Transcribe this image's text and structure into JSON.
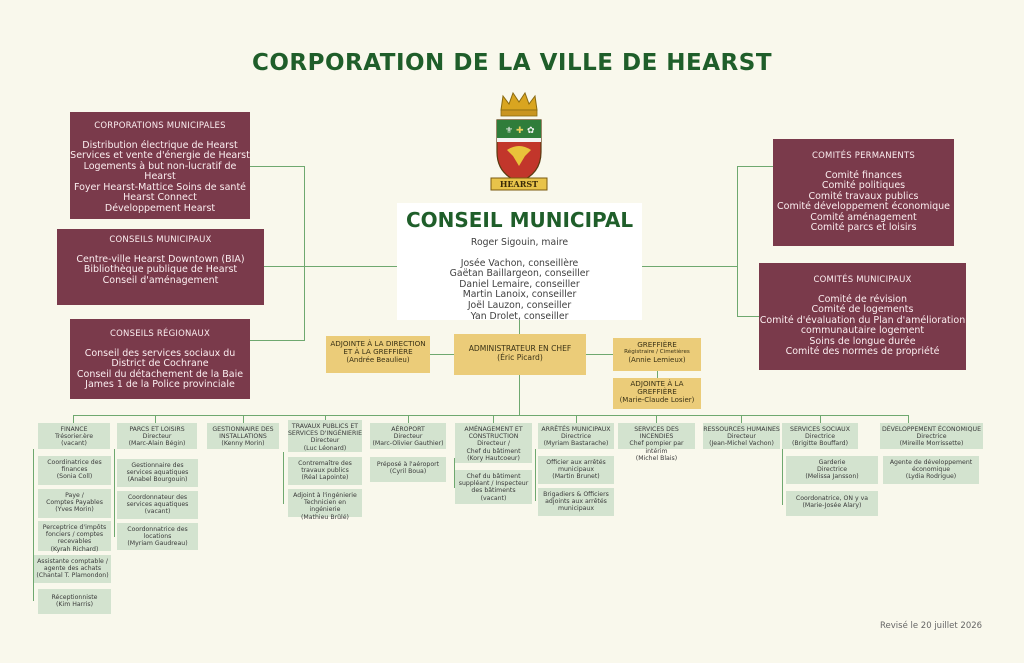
{
  "title": "CORPORATION DE LA VILLE DE HEARST",
  "logo_text": "HEARST",
  "council": {
    "title": "CONSEIL MUNICIPAL",
    "mayor": "Roger Sigouin, maire",
    "members": [
      "Josée Vachon, conseillère",
      "Gaëtan Baillargeon, conseiller",
      "Daniel Lemaire, conseiller",
      "Martin Lanoix, conseiller",
      "Joël Lauzon, conseiller",
      "Yan Drolet, conseiller"
    ]
  },
  "corporations": {
    "title": "CORPORATIONS MUNICIPALES",
    "items": [
      "Distribution électrique de Hearst",
      "Services et vente d'énergie de Hearst",
      "Logements à but non-lucratif de Hearst",
      "Foyer Hearst-Mattice Soins de santé",
      "Hearst Connect",
      "Développement Hearst"
    ]
  },
  "conseils_municipaux": {
    "title": "CONSEILS MUNICIPAUX",
    "items": [
      "Centre-ville Hearst Downtown (BIA)",
      "Bibliothèque publique de Hearst",
      "Conseil d'aménagement"
    ]
  },
  "conseils_regionaux": {
    "title": "CONSEILS RÉGIONAUX",
    "items": [
      "Conseil des services sociaux du",
      "District de Cochrane",
      "Conseil du détachement de la Baie",
      "James 1 de la Police provinciale"
    ]
  },
  "comites_permanents": {
    "title": "COMITÉS PERMANENTS",
    "items": [
      "Comité finances",
      "Comité politiques",
      "Comité travaux publics",
      "Comité développement économique",
      "Comité aménagement",
      "Comité parcs et loisirs"
    ]
  },
  "comites_municipaux": {
    "title": "COMITÉS MUNICIPAUX",
    "items": [
      "Comité de révision",
      "Comité de logements",
      "Comité d'évaluation du Plan d'amélioration",
      "communautaire logement",
      "Soins de longue durée",
      "Comité des normes de propriété"
    ]
  },
  "adjointe_direction": {
    "title": "ADJOINTE À LA DIRECTION ET À LA GREFFIÈRE",
    "name": "(Andrée Beaulieu)"
  },
  "administrateur": {
    "title": "ADMINISTRATEUR EN CHEF",
    "name": "(Éric Picard)"
  },
  "greffiere": {
    "title": "GREFFIÈRE",
    "subtitle": "Régistraire / Cimetières",
    "name": "(Annie Lemieux)"
  },
  "adjointe_greffiere": {
    "title": "ADJOINTE À LA GREFFIÈRE",
    "name": "(Marie-Claude Losier)"
  },
  "departments": [
    {
      "lines": [
        "FINANCE",
        "Trésorier.ère",
        "(vacant)"
      ],
      "subs": [
        [
          "Coordinatrice des",
          "finances",
          "(Sonia Coll)"
        ],
        [
          "Paye /",
          "Comptes Payables",
          "(Yves Morin)"
        ],
        [
          "Perceptrice d'impôts",
          "fonciers / comptes",
          "recevables",
          "(Kyrah Richard)"
        ],
        [
          "Assistante comptable /",
          "agente des achats",
          "(Chantal T. Plamondon)"
        ],
        [
          "Réceptionniste",
          "(Kim Harris)"
        ]
      ]
    },
    {
      "lines": [
        "PARCS ET LOISIRS",
        "Directeur",
        "(Marc-Alain Bégin)"
      ],
      "subs": [
        [
          "Gestionnaire des",
          "services aquatiques",
          "(Anabel Bourgouin)"
        ],
        [
          "Coordonnateur des",
          "services aquatiques",
          "(vacant)"
        ],
        [
          "Coordonnatrice des",
          "locations",
          "(Myriam Gaudreau)"
        ]
      ]
    },
    {
      "lines": [
        "GESTIONNAIRE DES",
        "INSTALLATIONS",
        "(Kenny Morin)"
      ],
      "subs": []
    },
    {
      "lines": [
        "TRAVAUX PUBLICS ET",
        "SERVICES D'INGÉNIERIE",
        "Directeur",
        "(Luc Léonard)"
      ],
      "subs": [
        [
          "Contremaître des",
          "travaux publics",
          "(Réal Lapointe)"
        ],
        [
          "Adjoint à l'ingénierie",
          "Technicien en ingénierie",
          "(Mathieu Brûlé)"
        ]
      ]
    },
    {
      "lines": [
        "AÉROPORT",
        "Directeur",
        "(Marc-Olivier Gauthier)"
      ],
      "subs": [
        [
          "Préposé à l'aéroport",
          "(Cyril Boua)"
        ]
      ]
    },
    {
      "lines": [
        "AMÉNAGEMENT ET",
        "CONSTRUCTION",
        "Directeur /",
        "Chef du bâtiment",
        "(Kory Hautcoeur)"
      ],
      "subs": [
        [
          "Chef du bâtiment",
          "suppléant / Inspecteur",
          "des bâtiments",
          "(vacant)"
        ]
      ]
    },
    {
      "lines": [
        "ARRÊTÉS MUNICIPAUX",
        "Directrice",
        "(Myriam Bastarache)"
      ],
      "subs": [
        [
          "Officier aux arrêtés",
          "municipaux",
          "(Martin Brunet)"
        ],
        [
          "Brigadiers & Officiers",
          "adjoints aux arrêtés",
          "municipaux"
        ]
      ]
    },
    {
      "lines": [
        "SERVICES DES INCENDIES",
        "Chef pompier par intérim",
        "(Michel Blais)"
      ],
      "subs": []
    },
    {
      "lines": [
        "RESSOURCES HUMAINES",
        "Directeur",
        "(Jean-Michel Vachon)"
      ],
      "subs": []
    },
    {
      "lines": [
        "SERVICES SOCIAUX",
        "Directrice",
        "(Brigitte Bouffard)"
      ],
      "subs": [
        [
          "Garderie",
          "Directrice",
          "(Melissa Jansson)"
        ],
        [
          "Coordonatrice, ON y va",
          "(Marie-Josée Alary)"
        ]
      ]
    },
    {
      "lines": [
        "DÉVELOPPEMENT ÉCONOMIQUE",
        "Directrice",
        "(Mireille Morrissette)"
      ],
      "subs": [
        [
          "Agente de développement",
          "économique",
          "(Lydia Rodrigue)"
        ]
      ]
    }
  ],
  "revised": "Revisé le 20 juillet 2026",
  "colors": {
    "title_green": "#1f5e2a",
    "maroon": "#7a3a4b",
    "gold": "#ebcc79",
    "light_green": "#d3e3cf",
    "background": "#f9f8ec"
  }
}
